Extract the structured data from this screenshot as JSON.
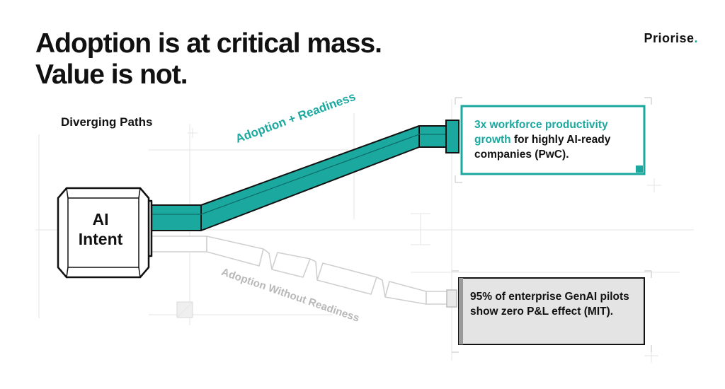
{
  "header": {
    "title_line1": "Adoption is at critical mass.",
    "title_line2": "Value is not.",
    "brand_name": "Priorise",
    "brand_dot": "."
  },
  "diagram": {
    "section_label": "Diverging Paths",
    "source_node": {
      "line1": "AI",
      "line2": "Intent"
    },
    "readiness_path_label": "Adoption + Readiness",
    "no_readiness_path_label": "Adoption Without Readiness",
    "readiness_callout": {
      "highlight": "3x workforce productivity growth",
      "rest": " for highly AI-ready companies (PwC)."
    },
    "no_readiness_callout": {
      "text": "95% of enterprise GenAI pilots show zero P&L effect (MIT)."
    }
  },
  "colors": {
    "teal": "#1aa89f",
    "ink": "#111111",
    "muted_gray": "#b8b8b8",
    "callout_gray_fill": "#e4e4e4"
  }
}
